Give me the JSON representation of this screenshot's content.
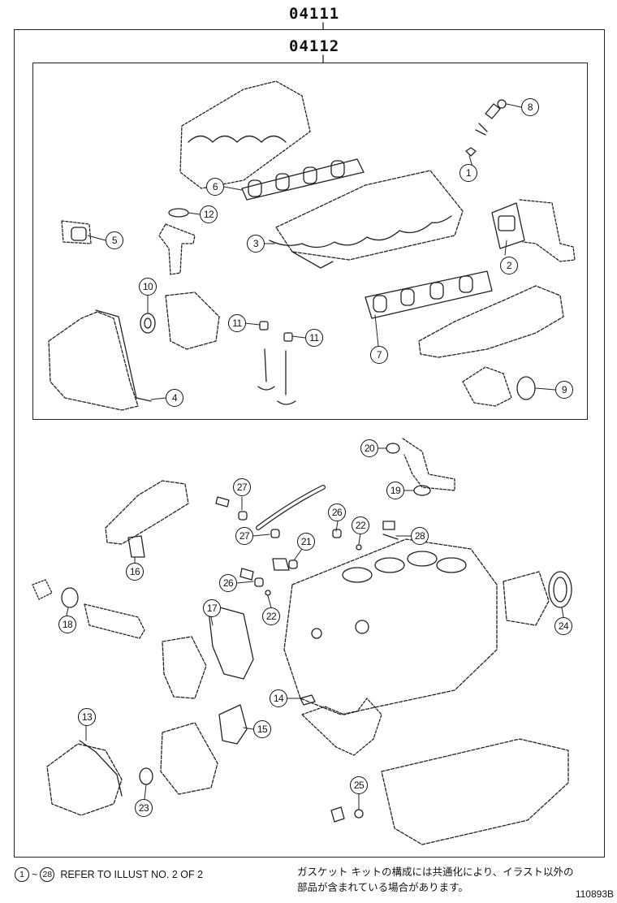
{
  "labels": {
    "outer_kit": "04111",
    "inner_kit": "04112"
  },
  "callouts": [
    "1",
    "2",
    "3",
    "4",
    "5",
    "6",
    "7",
    "8",
    "9",
    "10",
    "11",
    "11",
    "12",
    "13",
    "14",
    "15",
    "16",
    "17",
    "18",
    "19",
    "20",
    "21",
    "22",
    "22",
    "23",
    "24",
    "25",
    "26",
    "26",
    "27",
    "27",
    "28"
  ],
  "footer": {
    "range_start": "1",
    "range_sep": "~",
    "range_end": "28",
    "refer_text": "REFER TO ILLUST NO. 2 OF 2",
    "jp_line1": "ガスケット キットの構成には共通化により、イラスト以外の",
    "jp_line2": "部品が含まれている場合があります。",
    "illustration_code": "110893B"
  }
}
